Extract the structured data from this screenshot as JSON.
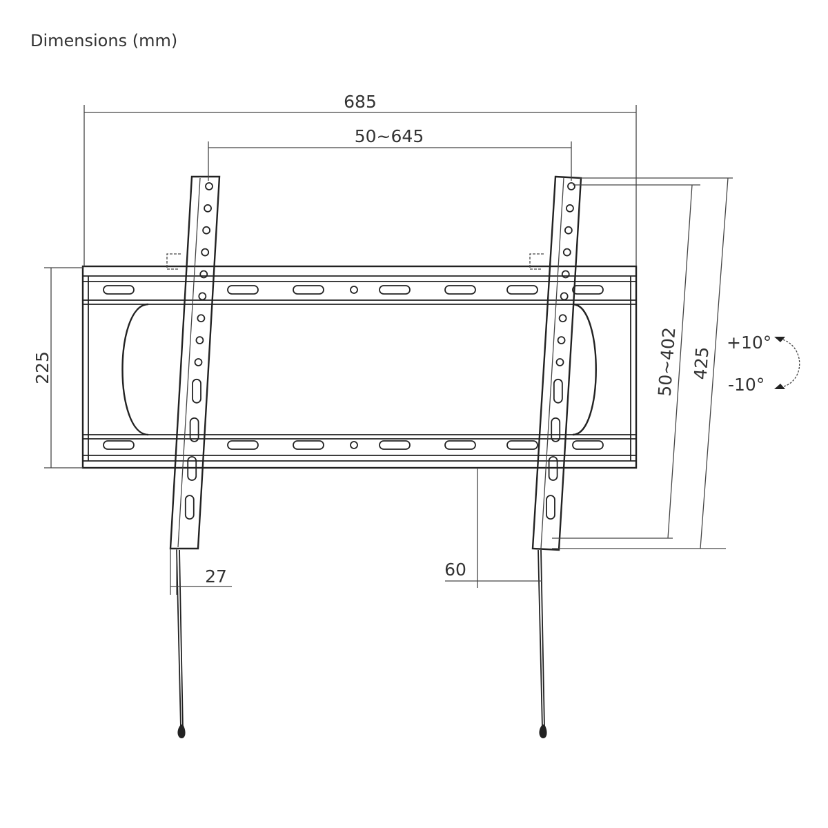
{
  "title": "Dimensions (mm)",
  "dimensions": {
    "overall_width": "685",
    "vesa_horizontal": "50~645",
    "plate_height": "225",
    "vesa_vertical": "50~402",
    "bracket_height": "425",
    "wall_distance": "27",
    "offset": "60"
  },
  "tilt": {
    "up": "+10°",
    "down": "-10°"
  }
}
